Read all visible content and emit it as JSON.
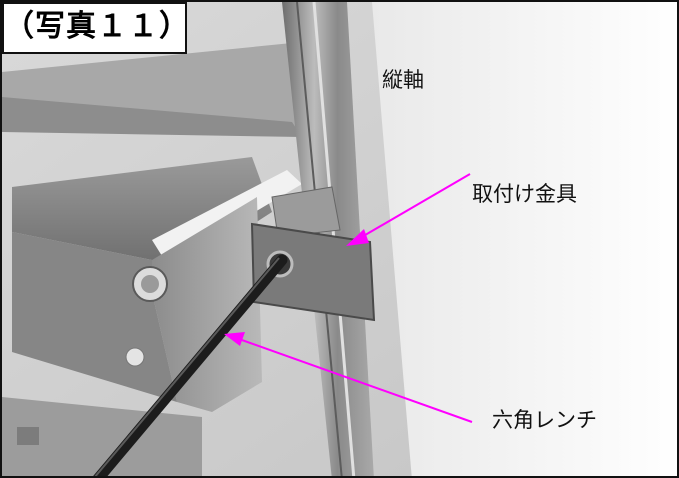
{
  "caption": "（写真１１）",
  "labels": {
    "vertical_shaft": "縦軸",
    "mounting_bracket": "取付け金具",
    "hex_wrench": "六角レンチ"
  },
  "colors": {
    "arrow": "#ff00ff",
    "frame_border": "#111111"
  }
}
